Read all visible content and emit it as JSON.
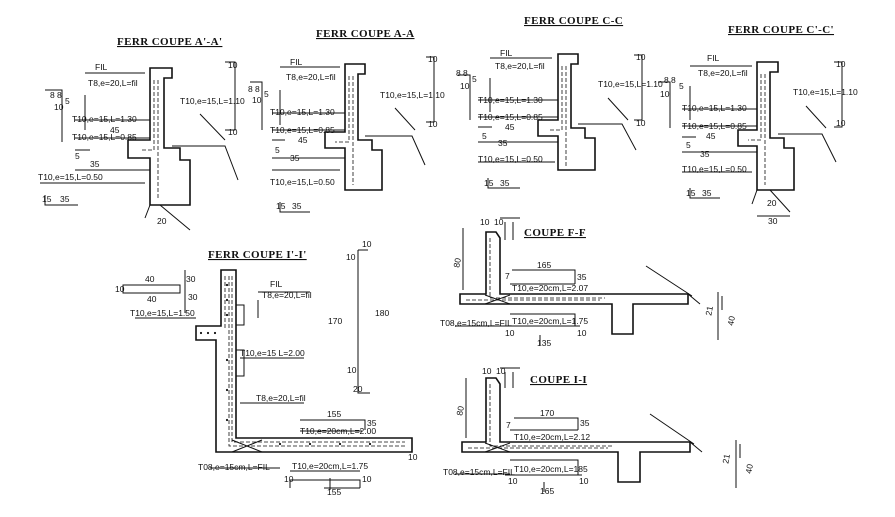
{
  "sections": {
    "aa1": {
      "title": "FERR COUPE A'-A'",
      "labels": [
        "FIL",
        "T8,e=20,L=fil",
        "T10,e=15,L=1.10",
        "T10,e=15,L=1.30",
        "T10,e=15,L=0.85",
        "T10,e=15,L=0.50",
        "8",
        "8",
        "5",
        "10",
        "45",
        "5",
        "35",
        "15",
        "35",
        "10",
        "10",
        "20"
      ]
    },
    "aa": {
      "title": "FERR COUPE A-A",
      "labels": [
        "FIL",
        "T8,e=20,L=fil",
        "T10,e=15,L=1.10",
        "T10,e=15,L=1.30",
        "T10,e=15,L=0.85",
        "T10,e=15,L=0.50",
        "8",
        "8",
        "5",
        "10",
        "45",
        "5",
        "35",
        "15",
        "35",
        "10",
        "10"
      ]
    },
    "cc": {
      "title": "FERR COUPE C-C",
      "labels": [
        "FIL",
        "T8,e=20,L=fil",
        "T10,e=15,L=1.10",
        "T10,e=15,L=1.30",
        "T10,e=15,L=0.85",
        "T10,e=15,L=0.50",
        "8",
        "8",
        "5",
        "10",
        "45",
        "5",
        "35",
        "15",
        "35",
        "10",
        "10"
      ]
    },
    "cc1": {
      "title": "FERR COUPE C'-C'",
      "labels": [
        "FIL",
        "T8,e=20,L=fil",
        "T10,e=15,L=1.10",
        "T10,e=15,L=1.30",
        "T10,e=15,L=0.85",
        "T10,e=15,L=0.50",
        "8",
        "8",
        "5",
        "10",
        "45",
        "5",
        "35",
        "15",
        "35",
        "10",
        "10",
        "20",
        "30"
      ]
    },
    "ii1": {
      "title": "FERR COUPE I'-I'",
      "labels": [
        "40",
        "10",
        "40",
        "30",
        "30",
        "T10,e=15,L=1.50",
        "FIL",
        "T8,e=20,L=fil",
        "T10,e=15 L=2.00",
        "T8,e=20,L=fil",
        "155",
        "T10,e=20cm,L=2.00",
        "35",
        "10",
        "T08,e=15cm,L=FIL",
        "T10,e=20cm,L=1.75",
        "10",
        "10",
        "155"
      ]
    },
    "bar": {
      "labels": [
        "10",
        "10",
        "170",
        "180",
        "10",
        "20"
      ]
    },
    "ff": {
      "title": "COUPE F-F",
      "labels": [
        "10",
        "10",
        "80",
        "165",
        "7",
        "35",
        "T10,e=20cm,L=2.07",
        "T08,e=15cm,L=FIL",
        "T10,e=20cm,L=1.75",
        "10",
        "10",
        "135",
        "21",
        "40"
      ]
    },
    "i": {
      "title": "COUPE I-I",
      "labels": [
        "10",
        "10",
        "80",
        "170",
        "7",
        "35",
        "T10,e=20cm,L=2.12",
        "T08,e=15cm,L=FIL",
        "T10,e=20cm,L=185",
        "10",
        "10",
        "165",
        "21",
        "40"
      ]
    }
  }
}
